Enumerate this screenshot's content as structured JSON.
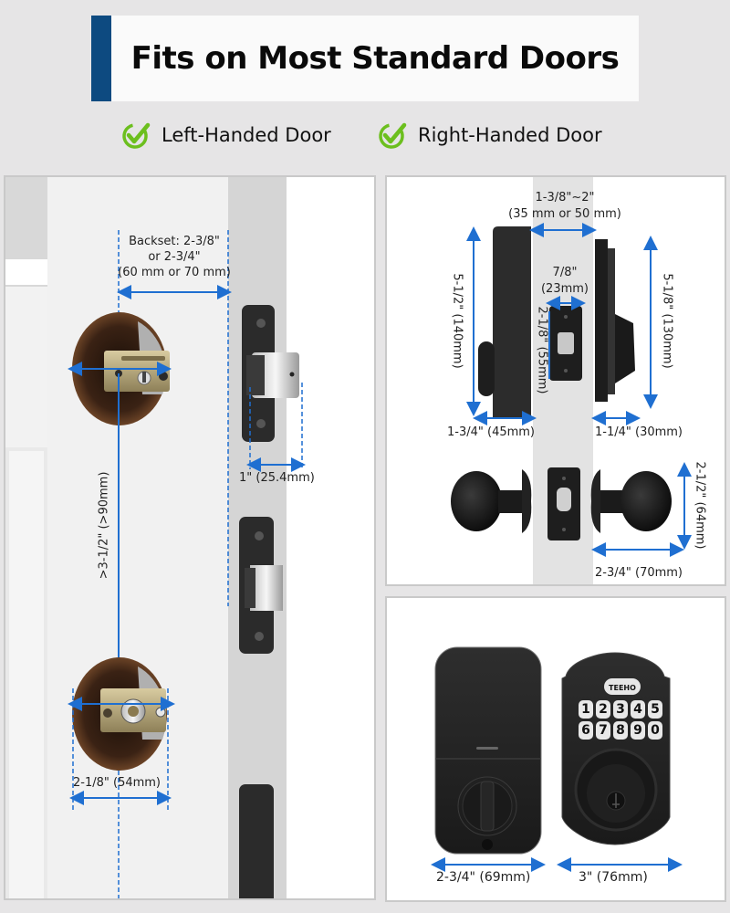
{
  "header": {
    "title": "Fits on Most Standard Doors",
    "accent_color": "#0d4a80"
  },
  "compatibility": [
    {
      "label": "Left-Handed Door",
      "icon": "check-circle-icon",
      "color": "#6cbf1e"
    },
    {
      "label": "Right-Handed Door",
      "icon": "check-circle-icon",
      "color": "#6cbf1e"
    }
  ],
  "door_prep_panel": {
    "backset_line1": "Backset: 2-3/8\"",
    "backset_line2": "or 2-3/4\"",
    "backset_line3": "(60 mm or 70 mm)",
    "latch_depth": "1\" (25.4mm)",
    "hole_spacing": ">3-1/2\" (>90mm)",
    "bore_diameter": "2-1/8\" (54mm)",
    "dimension_color": "#1f6fd1"
  },
  "side_view_panel": {
    "door_thickness_line1": "1-3/8\"~2\"",
    "door_thickness_line2": "(35 mm or 50 mm)",
    "faceplate_width_line1": "7/8\"",
    "faceplate_width_line2": "(23mm)",
    "faceplate_height": "2-1/8\" (55mm)",
    "interior_height": "5-1/2\" (140mm)",
    "exterior_height": "5-1/8\" (130mm)",
    "interior_depth": "1-3/4\" (45mm)",
    "exterior_depth": "1-1/4\" (30mm)",
    "knob_diameter": "2-1/2\" (64mm)",
    "knob_projection": "2-3/4\" (70mm)"
  },
  "front_view_panel": {
    "interior_width": "2-3/4\" (69mm)",
    "exterior_width": "3\" (76mm)",
    "brand": "TEEHO",
    "keypad_row1": [
      "1",
      "2",
      "3",
      "4",
      "5"
    ],
    "keypad_row2": [
      "6",
      "7",
      "8",
      "9",
      "0"
    ]
  }
}
